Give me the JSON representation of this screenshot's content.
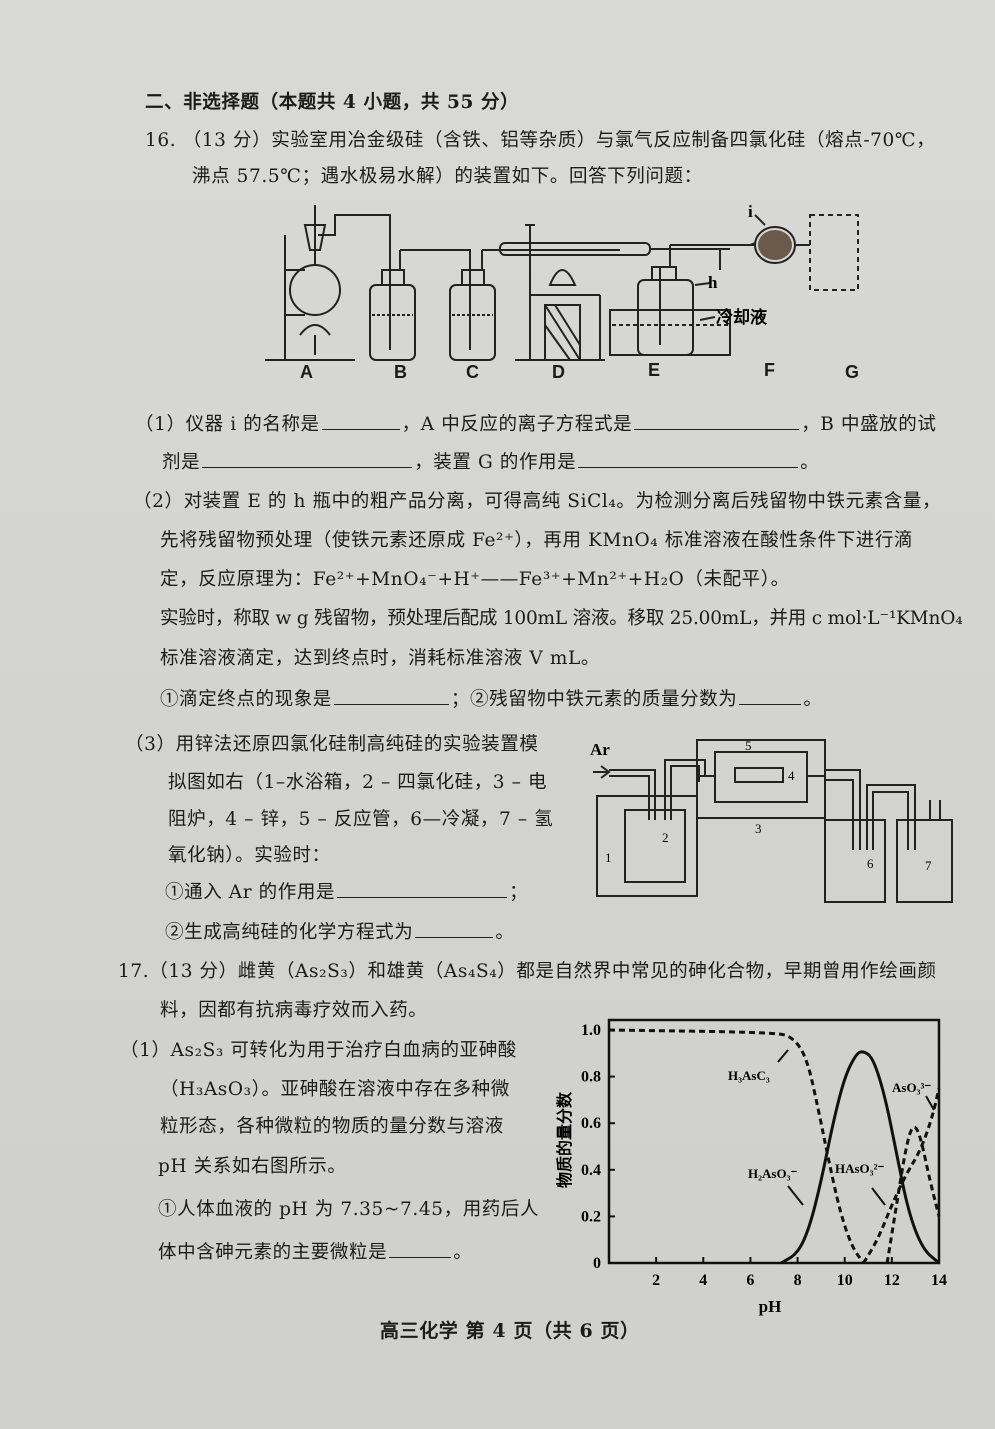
{
  "section_header": "二、非选择题（本题共 4 小题，共 55 分）",
  "q16": {
    "line1": "16.  （13 分）实验室用冶金级硅（含铁、铝等杂质）与氯气反应制备四氯化硅（熔点-70℃，",
    "line2": "沸点 57.5℃；遇水极易水解）的装置如下。回答下列问题：",
    "apparatus_labels": [
      "A",
      "B",
      "C",
      "D",
      "E",
      "F",
      "G"
    ],
    "label_i": "i",
    "label_h": "h",
    "label_coolant": "冷却液",
    "p1": {
      "a": "（1）仪器 i 的名称是",
      "b": "，A 中反应的离子方程式是",
      "c": "，B 中盛放的试",
      "d": "剂是",
      "e": "，装置 G 的作用是",
      "f": "。"
    },
    "p2": {
      "l1": "（2）对装置 E 的 h 瓶中的粗产品分离，可得高纯 SiCl₄。为检测分离后残留物中铁元素含量，",
      "l2": "先将残留物预处理（使铁元素还原成 Fe²⁺），再用 KMnO₄ 标准溶液在酸性条件下进行滴",
      "l3": "定，反应原理为：Fe²⁺+MnO₄⁻+H⁺——Fe³⁺+Mn²⁺+H₂O（未配平）。",
      "l4": "实验时，称取 w g 残留物，预处理后配成 100mL 溶液。移取 25.00mL，并用 c mol·L⁻¹KMnO₄",
      "l5": "标准溶液滴定，达到终点时，消耗标准溶液 V mL。",
      "l6a": "①滴定终点的现象是",
      "l6b": "；②残留物中铁元素的质量分数为",
      "l6c": "。"
    },
    "p3": {
      "l1": "（3）用锌法还原四氯化硅制高纯硅的实验装置模",
      "l2": "拟图如右（1–水浴箱，2 – 四氯化硅，3 – 电",
      "l3": "阻炉，4 – 锌，5 – 反应管，6—冷凝，7 – 氢",
      "l4": "氧化钠）。实验时：",
      "l5a": "①通入 Ar 的作用是",
      "l5b": "；",
      "l6a": "②生成高纯硅的化学方程式为",
      "l6b": "。",
      "diagram_labels": [
        "Ar",
        "1",
        "2",
        "3",
        "4",
        "5",
        "6",
        "7"
      ]
    }
  },
  "q17": {
    "line1": "17.（13 分）雌黄（As₂S₃）和雄黄（As₄S₄）都是自然界中常见的砷化合物，早期曾用作绘画颜",
    "line2": "料，因都有抗病毒疗效而入药。",
    "p1": {
      "l1": "（1）As₂S₃ 可转化为用于治疗白血病的亚砷酸",
      "l2": "（H₃AsO₃）。亚砷酸在溶液中存在多种微",
      "l3": "粒形态，各种微粒的物质的量分数与溶液",
      "l4": "pH 关系如右图所示。",
      "l5": "①人体血液的 pH 为 7.35~7.45，用药后人",
      "l6a": "体中含砷元素的主要微粒是",
      "l6b": "。"
    }
  },
  "chart_data": {
    "type": "line",
    "title": "",
    "xlabel": "pH",
    "ylabel": "物质的量分数",
    "xlim": [
      0,
      14
    ],
    "ylim": [
      0,
      1.0
    ],
    "xticks": [
      "2",
      "4",
      "6",
      "8",
      "10",
      "12",
      "14"
    ],
    "yticks": [
      "0",
      "0.2",
      "0.4",
      "0.6",
      "0.8",
      "1.0"
    ],
    "series": [
      {
        "name": "H₃AsO₃",
        "label_shown": "H₃AsC₃",
        "style": "dashed",
        "points": [
          [
            0,
            1
          ],
          [
            7,
            0.99
          ],
          [
            7.8,
            0.97
          ],
          [
            8.4,
            0.88
          ],
          [
            8.9,
            0.65
          ],
          [
            9.3,
            0.45
          ],
          [
            9.8,
            0.22
          ],
          [
            10.3,
            0.07
          ],
          [
            10.8,
            0
          ]
        ]
      },
      {
        "name": "H₂AsO₃⁻",
        "label_shown": "H₂AsO₃⁻",
        "style": "solid",
        "points": [
          [
            7.3,
            0
          ],
          [
            8,
            0.04
          ],
          [
            8.5,
            0.15
          ],
          [
            9,
            0.35
          ],
          [
            9.5,
            0.6
          ],
          [
            10,
            0.8
          ],
          [
            10.5,
            0.9
          ],
          [
            10.8,
            0.91
          ],
          [
            11.2,
            0.88
          ],
          [
            11.7,
            0.72
          ],
          [
            12.2,
            0.47
          ],
          [
            12.7,
            0.22
          ],
          [
            13.3,
            0.06
          ],
          [
            14,
            0
          ]
        ]
      },
      {
        "name": "HAsO₃²⁻",
        "label_shown": "HAsO₃²⁻",
        "style": "dashed",
        "points": [
          [
            11.8,
            0
          ],
          [
            12.2,
            0.25
          ],
          [
            12.6,
            0.5
          ],
          [
            12.9,
            0.6
          ],
          [
            13.2,
            0.55
          ],
          [
            13.6,
            0.36
          ],
          [
            14,
            0.2
          ]
        ]
      },
      {
        "name": "AsO₃³⁻",
        "label_shown": "AsO₃³⁻",
        "style": "dashed",
        "points": [
          [
            10.8,
            0
          ],
          [
            11.4,
            0.1
          ],
          [
            12,
            0.25
          ],
          [
            12.6,
            0.38
          ],
          [
            13.2,
            0.48
          ],
          [
            13.7,
            0.62
          ],
          [
            14,
            0.75
          ]
        ]
      }
    ]
  },
  "footer": "高三化学   第 4 页（共 6 页）"
}
